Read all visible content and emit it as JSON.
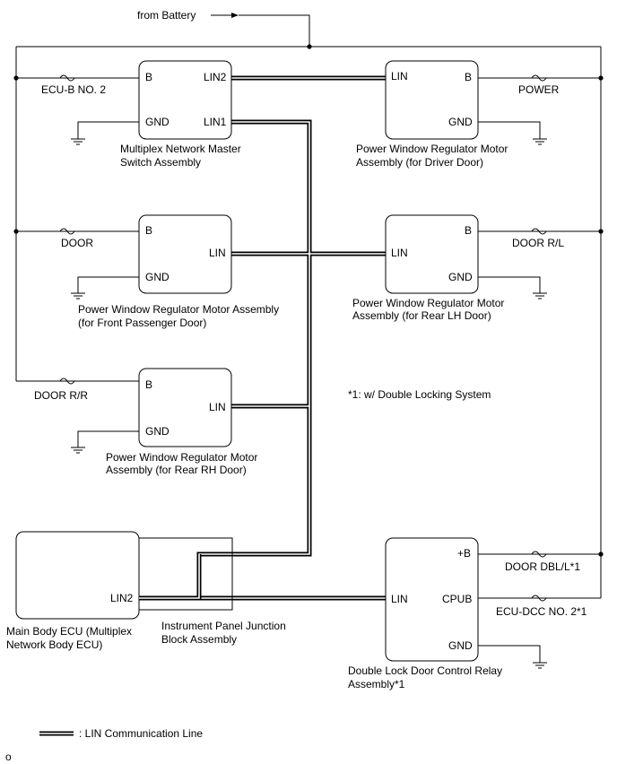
{
  "supply": {
    "label": "from Battery"
  },
  "fuses": {
    "ecub2": "ECU-B NO. 2",
    "door": "DOOR",
    "door_rr": "DOOR R/R",
    "power": "POWER",
    "door_rl": "DOOR R/L",
    "door_dbl": "DOOR DBL/L*1",
    "ecu_dcc2": "ECU-DCC NO. 2*1"
  },
  "components": {
    "master": {
      "b": "B",
      "gnd": "GND",
      "lin2": "LIN2",
      "lin1": "LIN1",
      "name1": "Multiplex Network Master",
      "name2": "Switch Assembly"
    },
    "driver": {
      "lin": "LIN",
      "b": "B",
      "gnd": "GND",
      "name1": "Power Window Regulator Motor",
      "name2": "Assembly (for Driver Door)"
    },
    "front_pass": {
      "b": "B",
      "lin": "LIN",
      "gnd": "GND",
      "name1": "Power Window Regulator Motor Assembly",
      "name2": "(for Front Passenger Door)"
    },
    "rear_lh": {
      "lin": "LIN",
      "b": "B",
      "gnd": "GND",
      "name1": "Power Window Regulator Motor",
      "name2": "Assembly (for Rear LH Door)"
    },
    "rear_rh": {
      "b": "B",
      "lin": "LIN",
      "gnd": "GND",
      "name1": "Power Window Regulator Motor",
      "name2": "Assembly (for Rear RH Door)"
    },
    "main_body": {
      "lin2": "LIN2",
      "name1": "Main Body ECU (Multiplex",
      "name2": "Network Body ECU)"
    },
    "junction": {
      "name1": "Instrument Panel Junction",
      "name2": "Block Assembly"
    },
    "dlcr": {
      "b": "+B",
      "lin": "LIN",
      "cpub": "CPUB",
      "gnd": "GND",
      "name1": "Double Lock Door Control Relay",
      "name2": "Assembly*1"
    }
  },
  "notes": {
    "double_locking": "*1: w/ Double Locking System"
  },
  "legend": {
    "lin_line": ": LIN Communication Line"
  },
  "footer": {
    "code": "o"
  }
}
